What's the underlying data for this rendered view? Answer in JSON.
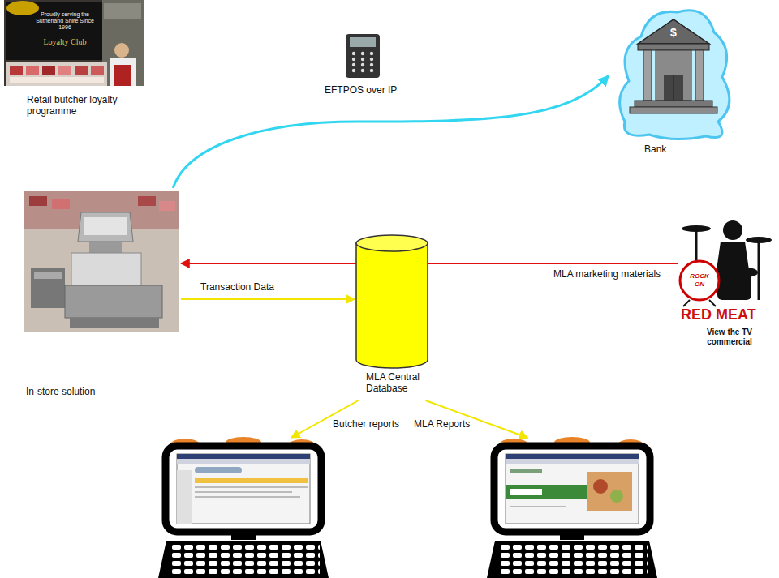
{
  "diagram": {
    "nodes": [
      {
        "text": [
          "Retail butcher loyalty programme"
        ]
      },
      {
        "text": [
          "EFTPOS over IP"
        ]
      },
      {
        "text": [
          "Bank"
        ]
      },
      {
        "text": [
          "In-store solution"
        ]
      },
      {
        "text": [
          "MLA Central Database"
        ]
      },
      {
        "text": [
          "ROCK ON",
          "RED MEAT",
          "View the TV commercial"
        ]
      },
      {
        "text": []
      },
      {
        "text": []
      }
    ],
    "edges": [
      {
        "from": 3,
        "to": 2,
        "arrow": "to"
      },
      {
        "from": 5,
        "to": 3,
        "label": "MLA marketing materials",
        "arrow": "to"
      },
      {
        "from": 3,
        "to": 4,
        "label": "Transaction Data",
        "arrow": "to"
      },
      {
        "from": 4,
        "to": 6,
        "label": "Butcher reports",
        "arrow": "to"
      },
      {
        "from": 4,
        "to": 7,
        "label": "MLA Reports",
        "arrow": "to"
      }
    ],
    "labels": [
      "Proudly serving the Sutherland Shire Since 1996",
      "Loyalty Club",
      "$"
    ]
  }
}
